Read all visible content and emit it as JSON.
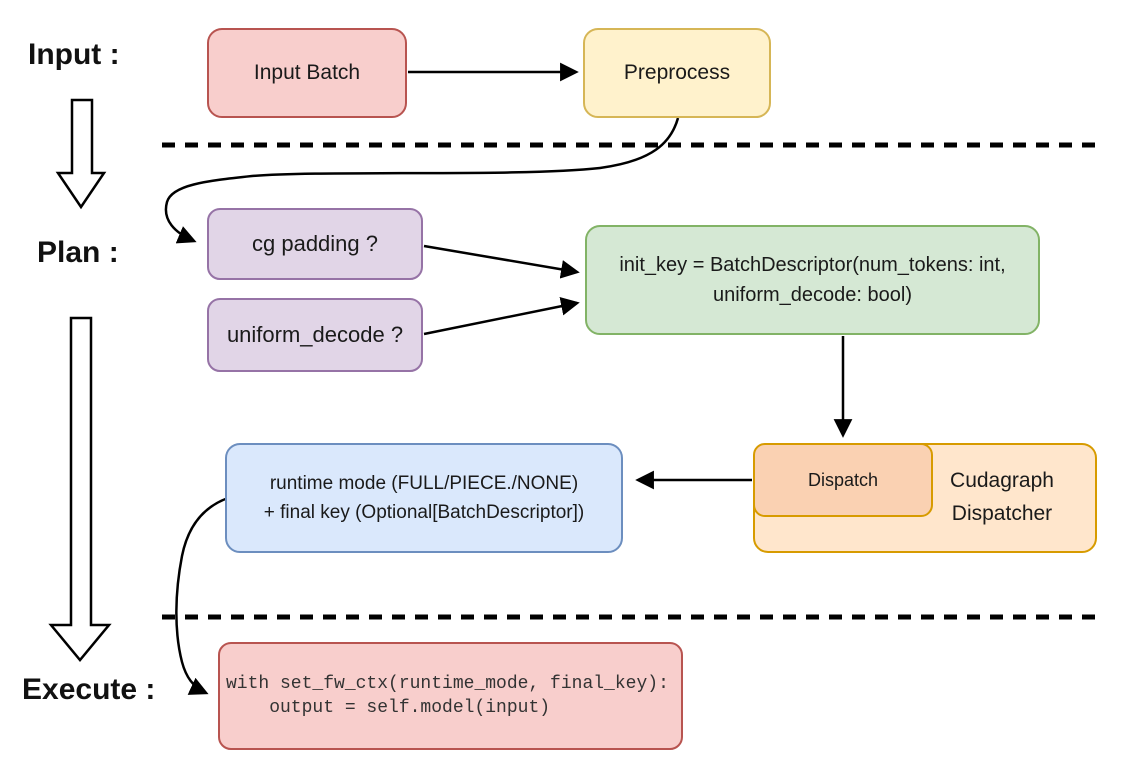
{
  "stage_labels": {
    "input": "Input :",
    "plan": "Plan :",
    "execute": "Execute :"
  },
  "nodes": {
    "input_batch": {
      "label": "Input Batch"
    },
    "preprocess": {
      "label": "Preprocess"
    },
    "cg_padding": {
      "label": "cg padding ?"
    },
    "uniform_decode": {
      "label": "uniform_decode ?"
    },
    "init_key": {
      "line1": "init_key = BatchDescriptor(num_tokens: int,",
      "line2": "uniform_decode: bool)"
    },
    "dispatch": {
      "label": "Dispatch"
    },
    "cudagraph_dispatcher": {
      "line1": "Cudagraph",
      "line2": "Dispatcher"
    },
    "runtime_result": {
      "line1": "runtime mode (FULL/PIECE./NONE)",
      "line2": "+ final key (Optional[BatchDescriptor])"
    },
    "execute_code": {
      "line1": "with set_fw_ctx(runtime_mode, final_key):",
      "line2": "    output = self.model(input)"
    }
  },
  "colors": {
    "red_fill": "#F8CECC",
    "red_border": "#B85450",
    "yellow_fill": "#FFF2CC",
    "yellow_border": "#D6B656",
    "purple_fill": "#E1D5E7",
    "purple_border": "#9673A6",
    "green_fill": "#D5E8D4",
    "green_border": "#82B366",
    "orange_fill": "#FFE6CC",
    "orange_inner_fill": "#FAD1B2",
    "orange_border": "#D79B00",
    "blue_fill": "#DAE8FC",
    "blue_border": "#6C8EBF",
    "line_color": "#000000",
    "text_color": "#1a1a1a",
    "code_text_color": "#333333"
  }
}
